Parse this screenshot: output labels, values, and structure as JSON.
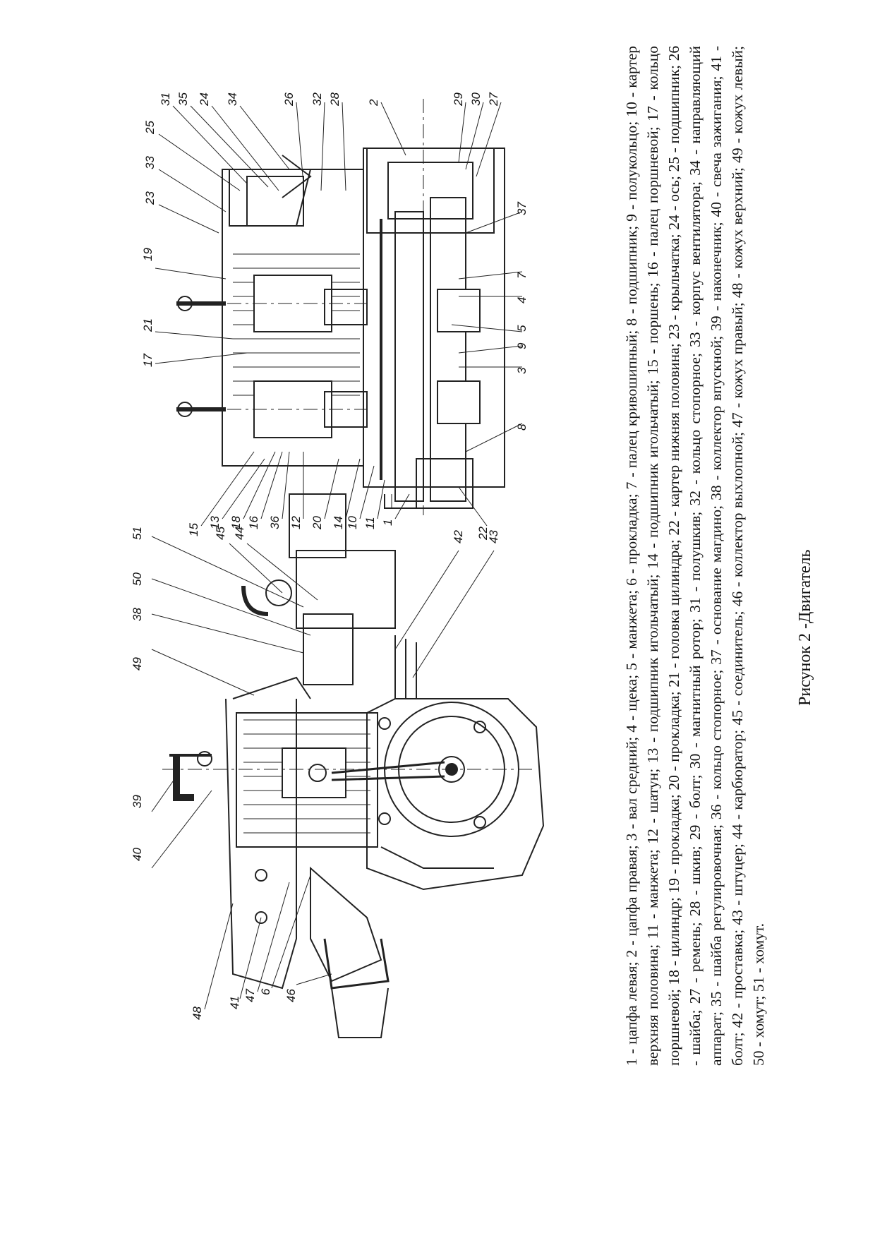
{
  "caption": "Рисунок 2 -Двигатель",
  "legend": [
    "1 - цапфа левая;",
    "2 - цапфа правая;",
    "3 - вал средний;",
    "4 - щека;",
    "5 - манжета;",
    "6 - прокладка;",
    "7 - палец кривошипный;",
    "8 - подшипник;",
    "9 - полукольцо;",
    "10 - картер верхняя половина;",
    "11 - манжета;",
    "12 - шатун;",
    "13 - подшипник игольчатый;",
    "14 - подшипник игольчатый;",
    "15 - поршень;",
    "16 - палец поршневой;",
    "17 - кольцо поршневой;",
    "18 - цилиндр;",
    "19 - прокладка;",
    "20 - прокладка;",
    "21 - головка цилиндра;",
    "22 - картер нижняя половина;",
    "23 - крыльчатка;",
    "24 - ось;",
    "25 - подшипник;",
    "26 - шайба;",
    "27 - ремень;",
    "28 - шкив;",
    "29 - болт;",
    "30 - магнитный ротор;",
    "31 - полушкив;",
    "32 - кольцо стопорное;",
    "33 - корпус вентилятора;",
    "34 - направляющий аппарат;",
    "35 - шайба регулировочная;",
    "36 - кольцо стопорное;",
    "37 - основание магдино;",
    "38 - коллектор впускной;",
    "39 - наконечник;",
    "40 - свеча зажигания;",
    "41 - болт;",
    "42 - проставка;",
    "43 - штуцер;",
    "44 - карбюратор;",
    "45 - соединитель;",
    "46 - коллектор выхлопной;",
    "47 - кожух правый;",
    "48 - кожух верхний;",
    "49 - кожух левый;",
    "50 - хомут;",
    "51 - хомут."
  ],
  "left_view_callouts": [
    "40",
    "39",
    "48",
    "41",
    "47",
    "6",
    "46",
    "49",
    "38",
    "50",
    "51",
    "45",
    "44",
    "42",
    "43"
  ],
  "right_view_callouts_top": [
    "21",
    "17",
    "19",
    "23",
    "33",
    "25",
    "31",
    "35",
    "24",
    "34",
    "26",
    "32",
    "28",
    "2",
    "29",
    "30",
    "27"
  ],
  "right_view_callouts_bottom": [
    "15",
    "13",
    "18",
    "16",
    "36",
    "12",
    "20",
    "14",
    "10",
    "11",
    "1",
    "22",
    "8",
    "3",
    "9",
    "5",
    "4",
    "7",
    "37"
  ]
}
